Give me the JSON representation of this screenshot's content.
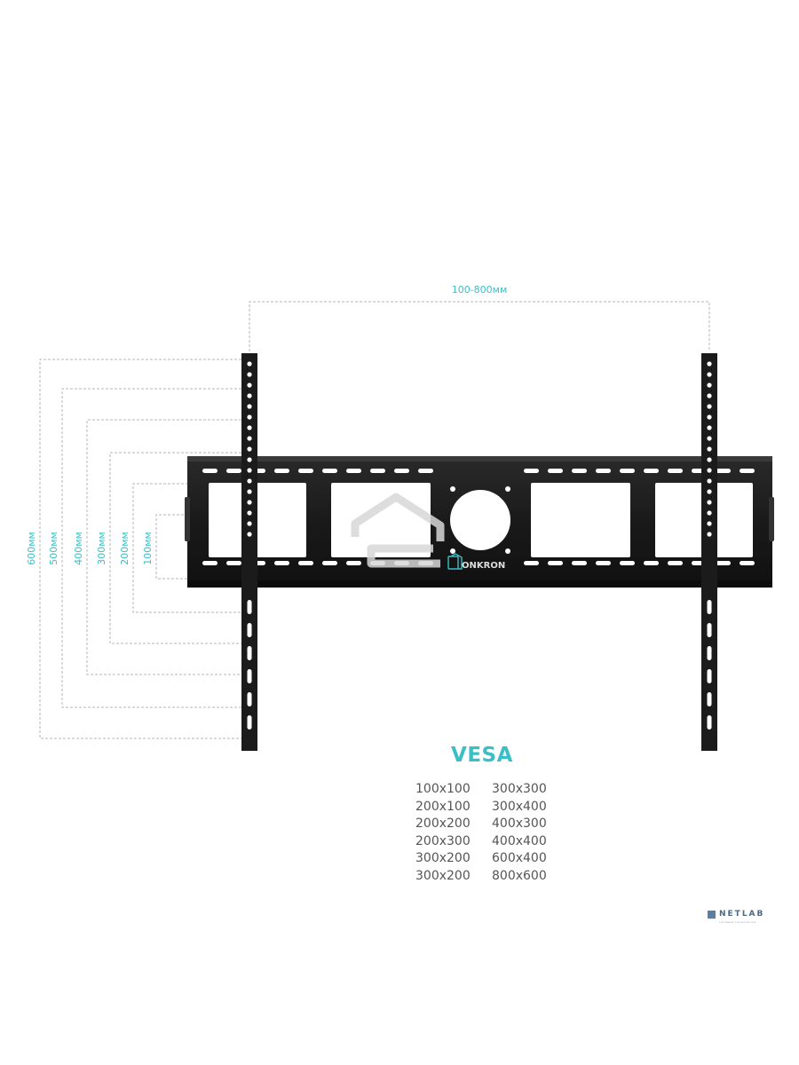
{
  "colors": {
    "accent": "#3bbfc7",
    "bracket": "#1b1b1b",
    "guide": "#b5b5b5",
    "netlab": "#5d7f9e"
  },
  "dimensions": {
    "horizontal": "100-800мм",
    "vertical": [
      "600мм",
      "500мм",
      "400мм",
      "300мм",
      "200мм",
      "100мм"
    ]
  },
  "brand": {
    "name": "ONKRON",
    "icon": "onkron-logo-icon"
  },
  "watermark": {
    "icon": "house-watermark-icon"
  },
  "vesa": {
    "title": "VESA",
    "sizes": [
      "100x100",
      "300x300",
      "200x100",
      "300x400",
      "200x200",
      "400x300",
      "200x300",
      "400x400",
      "300x200",
      "600x400",
      "300x200",
      "800x600"
    ]
  },
  "netlab": {
    "name": "NETLAB",
    "tagline": "сетевые технологии"
  }
}
